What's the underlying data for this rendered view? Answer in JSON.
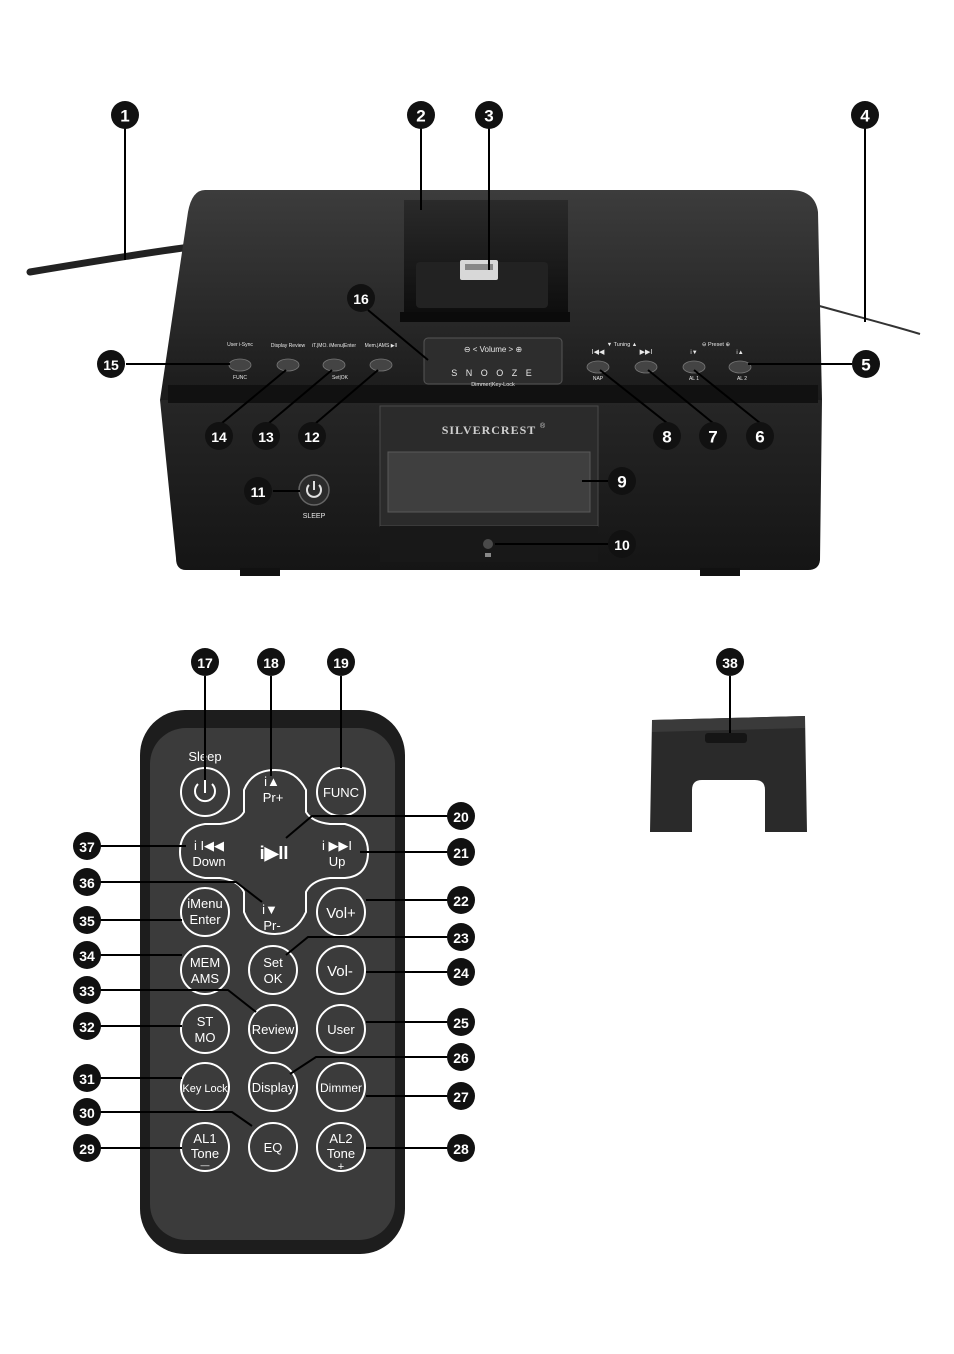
{
  "base": {
    "brand": "SILVERCREST",
    "brand_mark": "®",
    "volume_strip": "⊖ < Volume > ⊕",
    "snooze": "S N O O Z E",
    "dimmer_keylock": "Dimmer|Key-Lock",
    "sleep": "SLEEP",
    "btn15_top": "User i-Sync",
    "btn15_bottom": "FUNC",
    "btn14_top": "Display Review",
    "btn13_top": "iT.|MO. iMenu|Enter",
    "btn13_bottom": "Set|OK",
    "btn12_top": "Mem.|AMS ▶II",
    "tuning": "▼ Tuning ▲",
    "btn8_sym": "I◀◀",
    "btn7_sym": "▶▶I",
    "preset": "⊖ Preset ⊕",
    "btn6_sym": "i▼",
    "btn5_sym": "i▲",
    "btn8_bottom": "NAP",
    "btn6_bottom": "AL 1",
    "btn5_bottom": "AL 2"
  },
  "remote": {
    "sleep_label": "Sleep",
    "pr_plus_i": "i▲",
    "pr_plus": "Pr+",
    "func": "FUNC",
    "down_i": "i I◀◀",
    "down": "Down",
    "play": "i▶II",
    "up_i": "i ▶▶I",
    "up": "Up",
    "pr_minus_i": "i▼",
    "pr_minus": "Pr-",
    "imenu_1": "iMenu",
    "imenu_2": "Enter",
    "vol_plus": "Vol+",
    "mem_1": "MEM",
    "mem_2": "AMS",
    "set_1": "Set",
    "set_2": "OK",
    "vol_minus": "Vol-",
    "st_1": "ST",
    "st_2": "MO",
    "review": "Review",
    "user": "User",
    "keylock": "Key Lock",
    "display": "Display",
    "dimmer": "Dimmer",
    "eq": "EQ",
    "al1_1": "AL1",
    "al1_2": "Tone",
    "al1_3": "—",
    "al2_1": "AL2",
    "al2_2": "Tone",
    "al2_3": "+"
  },
  "callouts": {
    "c1": "1",
    "c2": "2",
    "c3": "3",
    "c4": "4",
    "c5": "5",
    "c6": "6",
    "c7": "7",
    "c8": "8",
    "c9": "9",
    "c10": "10",
    "c11": "11",
    "c12": "12",
    "c13": "13",
    "c14": "14",
    "c15": "15",
    "c16": "16",
    "c17": "17",
    "c18": "18",
    "c19": "19",
    "c20": "20",
    "c21": "21",
    "c22": "22",
    "c23": "23",
    "c24": "24",
    "c25": "25",
    "c26": "26",
    "c27": "27",
    "c28": "28",
    "c29": "29",
    "c30": "30",
    "c31": "31",
    "c32": "32",
    "c33": "33",
    "c34": "34",
    "c35": "35",
    "c36": "36",
    "c37": "37",
    "c38": "38"
  },
  "colors": {
    "device_body": "#1c1c1c",
    "remote_body": "#1e1e1e",
    "remote_face": "#3a3a3a",
    "callout_fill": "#111111",
    "leader": "#000000"
  }
}
